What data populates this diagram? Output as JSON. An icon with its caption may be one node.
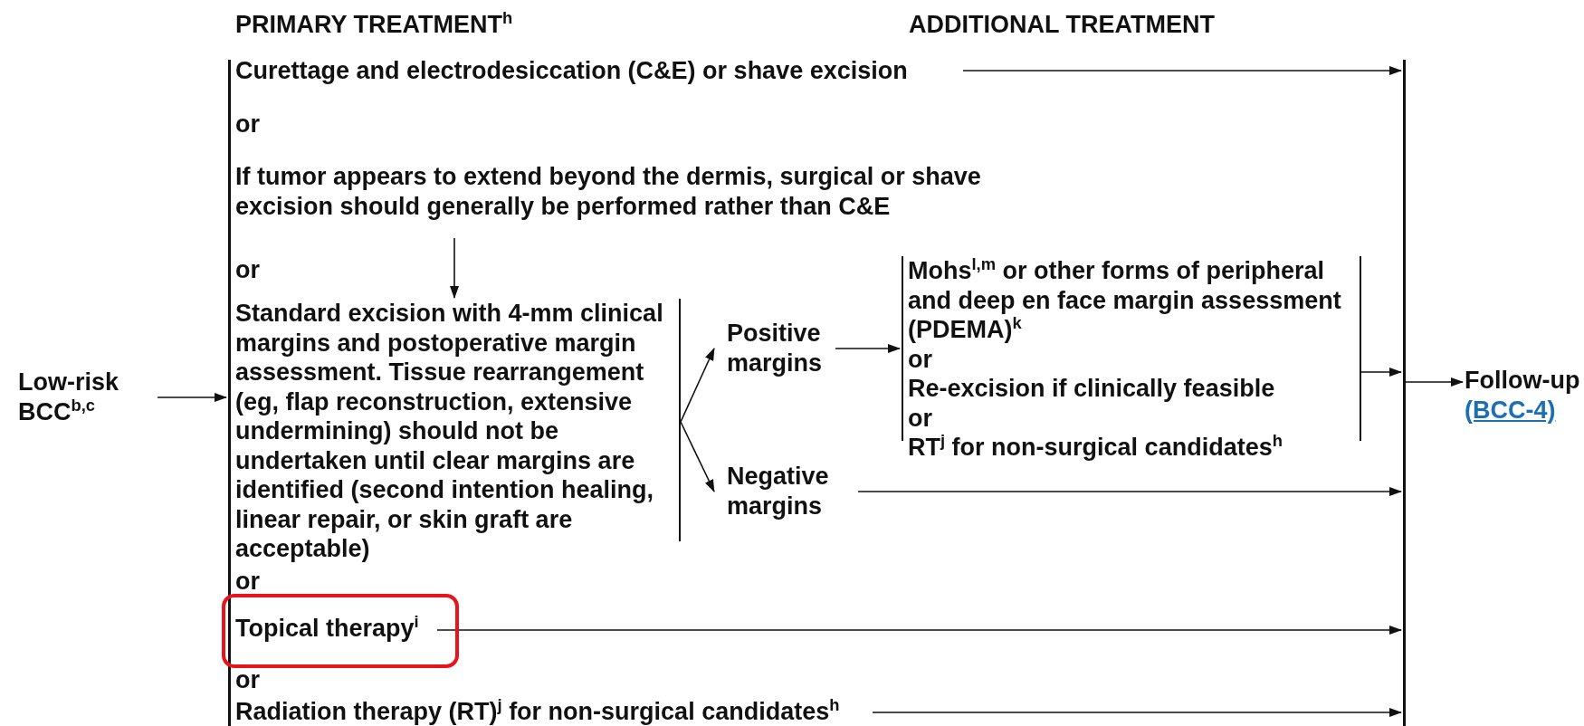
{
  "diagram": {
    "nodes": [
      {
        "text": [
          "Low-risk BCC$^{b,c}$"
        ]
      },
      {
        "text": [],
        "shape": "bar"
      },
      {
        "text": [
          "Curettage and electrodesiccation (C&E) or shave excision"
        ]
      },
      {
        "text": [
          "If tumor appears to extend beyond the dermis, surgical or shave excision should generally be performed rather than C&E"
        ]
      },
      {
        "text": [
          "Standard excision with 4-mm clinical margins and postoperative margin assessment. Tissue rearrangement (eg, flap reconstruction, extensive undermining) should not be undertaken until clear margins are identified (second intention healing, linear repair, or skin graft are acceptable)"
        ]
      },
      {
        "text": [
          "Positive margins"
        ]
      },
      {
        "text": [
          "Negative margins"
        ]
      },
      {
        "text": [
          "Mohs$^{l,m}$ or other forms of peripheral and deep en face margin assessment (PDEMA)$^{k}$",
          "or",
          "Re-excision if clinically feasible",
          "or",
          "RT$^{j}$ for non-surgical candidates$^{h}$"
        ]
      },
      {
        "text": [
          "Topical therapy$^{i}$"
        ]
      },
      {
        "text": [
          "Radiation therapy (RT)$^{j}$ for non-surgical candidates$^{h}$"
        ]
      },
      {
        "text": [],
        "shape": "bar"
      },
      {
        "text": [
          "Follow-up",
          "(BCC-4)"
        ]
      }
    ],
    "edges": [
      {
        "from": 0,
        "to": 1,
        "arrow": "to"
      },
      {
        "from": 2,
        "to": 10,
        "arrow": "to"
      },
      {
        "from": 3,
        "to": 4,
        "arrow": "to"
      },
      {
        "from": 4,
        "to": 5,
        "arrow": "to"
      },
      {
        "from": 4,
        "to": 6,
        "arrow": "to"
      },
      {
        "from": 5,
        "to": 7,
        "arrow": "to"
      },
      {
        "from": 7,
        "to": 10,
        "arrow": "to"
      },
      {
        "from": 6,
        "to": 10,
        "arrow": "to"
      },
      {
        "from": 8,
        "to": 10,
        "arrow": "to"
      },
      {
        "from": 9,
        "to": 10,
        "arrow": "to"
      },
      {
        "from": 10,
        "to": 11,
        "arrow": "to"
      }
    ],
    "labels": [
      "PRIMARY TREATMENT$^{h}$",
      "ADDITIONAL TREATMENT",
      "or",
      "or",
      "or",
      "or"
    ]
  }
}
